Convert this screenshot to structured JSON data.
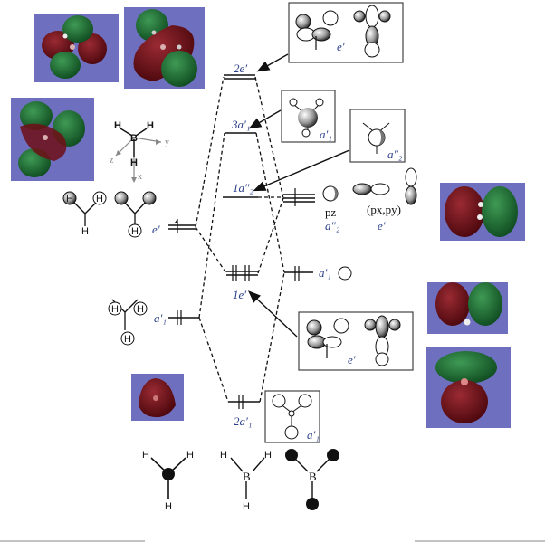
{
  "diagram": {
    "title": "BH3 molecular orbital diagram",
    "colors": {
      "label_blue": "#2b3f8a",
      "render_bg": "#6f6fc0",
      "lobe_green": "#1f6b32",
      "lobe_red": "#6e0f16"
    },
    "mo_levels": [
      {
        "id": "2e_prime",
        "label": "2e′",
        "electrons": 0
      },
      {
        "id": "3a1_prime",
        "label": "3a′₁",
        "electrons": 0
      },
      {
        "id": "1a2_dprime",
        "label": "1a″₂",
        "electrons": 0
      },
      {
        "id": "1e_prime",
        "label": "1e′",
        "electrons": 4
      },
      {
        "id": "2a1_prime",
        "label": "2a′₁",
        "electrons": 2
      }
    ],
    "left_fragment": {
      "name": "H3",
      "levels": [
        {
          "label": "e′",
          "electrons": 1
        },
        {
          "label": "a′₁",
          "electrons": 2
        }
      ]
    },
    "right_fragment": {
      "name": "B",
      "levels": [
        {
          "label_sym": "p_z",
          "sym_text": "pz",
          "label": "a″₂",
          "electrons": 0
        },
        {
          "label_sym": "(px,py)",
          "sym_text": "(px,py)",
          "label": "e′",
          "electrons": 1
        },
        {
          "label": "a′₁",
          "electrons": 2
        }
      ]
    },
    "callouts": [
      {
        "target": "2e′",
        "label": "e′"
      },
      {
        "target": "3a′₁",
        "label": "a′₁"
      },
      {
        "target": "1a″₂",
        "label": "a″₂"
      },
      {
        "target": "1e′",
        "label": "e′"
      },
      {
        "target": "2a′₁",
        "label": "a′₁"
      }
    ],
    "axes": {
      "x": "x",
      "y": "y",
      "z": "z",
      "atom_B": "B",
      "atom_H": "H"
    },
    "bottom_structures": [
      {
        "name": "H3-fragment",
        "atoms": [
          "H",
          "H",
          "H"
        ]
      },
      {
        "name": "BH3",
        "atoms": [
          "B",
          "H",
          "H",
          "H"
        ]
      },
      {
        "name": "B-ligands",
        "atoms": [
          "B"
        ]
      }
    ],
    "fragment_h_labels": [
      "H",
      "H",
      "H"
    ]
  }
}
